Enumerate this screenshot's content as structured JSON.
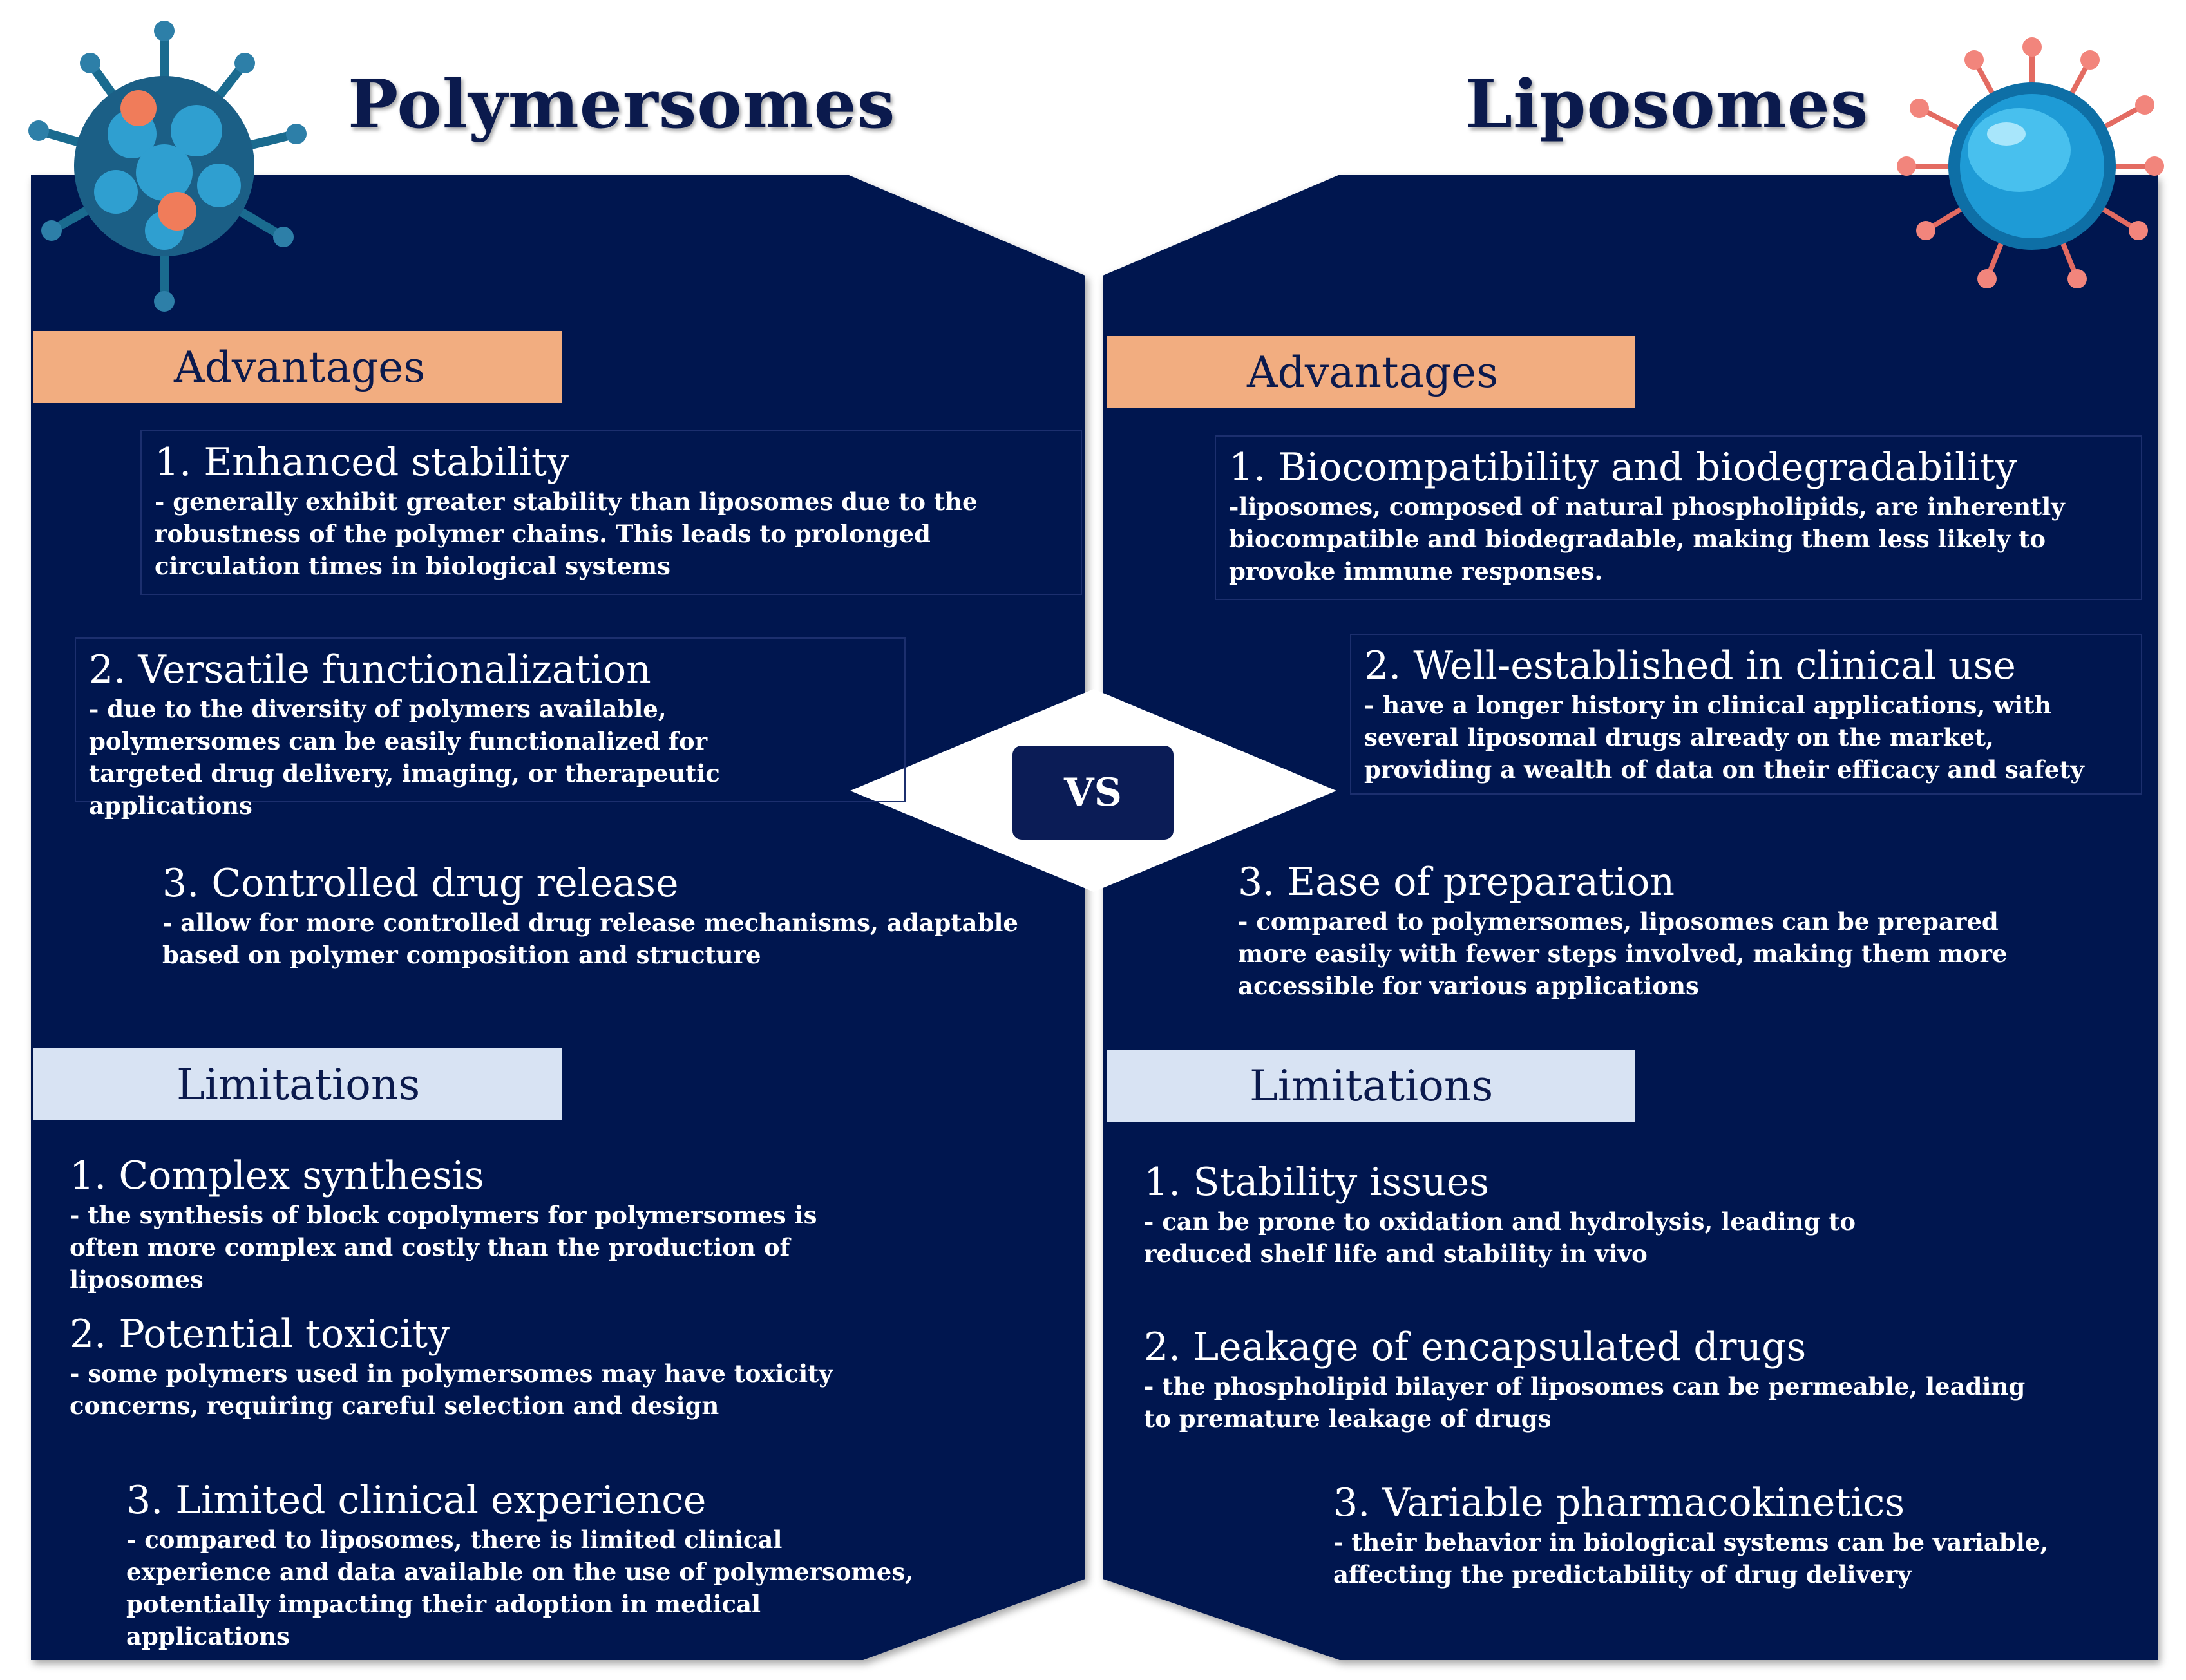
{
  "colors": {
    "panel": "#05154f",
    "advantages_header": "#f2ad80",
    "limitations_header": "#d8e3f3",
    "title_text": "#0b1a4d"
  },
  "icons": {
    "left": "polymersome-nanoparticle-icon",
    "right": "liposome-nanoparticle-icon"
  },
  "left": {
    "title": "Polymersomes",
    "advantages_label": "Advantages",
    "limitations_label": "Limitations",
    "advantages": [
      {
        "title": "1. Enhanced stability",
        "desc": "- generally exhibit greater stability than liposomes due to the robustness of the polymer chains. This leads to prolonged circulation times in biological systems"
      },
      {
        "title": "2. Versatile functionalization",
        "desc": "- due to the diversity of polymers available, polymersomes can be easily functionalized for targeted drug delivery, imaging, or therapeutic applications"
      },
      {
        "title": "3. Controlled drug release",
        "desc": "- allow for more controlled drug release mechanisms, adaptable based on polymer composition and structure"
      }
    ],
    "limitations": [
      {
        "title": "1. Complex synthesis",
        "desc": "- the synthesis of block copolymers for polymersomes is often more complex and costly than the production of liposomes"
      },
      {
        "title": "2. Potential toxicity",
        "desc": "- some polymers used in polymersomes may have toxicity concerns, requiring careful selection and design"
      },
      {
        "title": "3. Limited clinical experience",
        "desc": "- compared to liposomes, there is limited clinical experience and data available on the use of polymersomes, potentially impacting their adoption in medical applications"
      }
    ]
  },
  "right": {
    "title": "Liposomes",
    "advantages_label": "Advantages",
    "limitations_label": "Limitations",
    "advantages": [
      {
        "title": "1. Biocompatibility and biodegradability",
        "desc": "-liposomes, composed of natural phospholipids, are inherently biocompatible and biodegradable, making them less likely to provoke immune responses."
      },
      {
        "title": "2. Well-established in clinical use",
        "desc": "- have a longer history in clinical applications, with several liposomal drugs already on the market, providing a wealth of data on their efficacy and safety"
      },
      {
        "title": "3. Ease of preparation",
        "desc": "- compared to polymersomes, liposomes can be prepared more easily with fewer steps involved, making them more accessible for various applications"
      }
    ],
    "limitations": [
      {
        "title": "1. Stability issues",
        "desc": "- can be prone to oxidation and hydrolysis, leading to reduced shelf life and stability in vivo"
      },
      {
        "title": "2. Leakage of encapsulated drugs",
        "desc": "- the phospholipid bilayer of liposomes can be permeable, leading to premature leakage of drugs"
      },
      {
        "title": "3. Variable pharmacokinetics",
        "desc": "- their behavior in biological systems can be variable, affecting the predictability of drug delivery"
      }
    ]
  },
  "vs_label": "VS"
}
